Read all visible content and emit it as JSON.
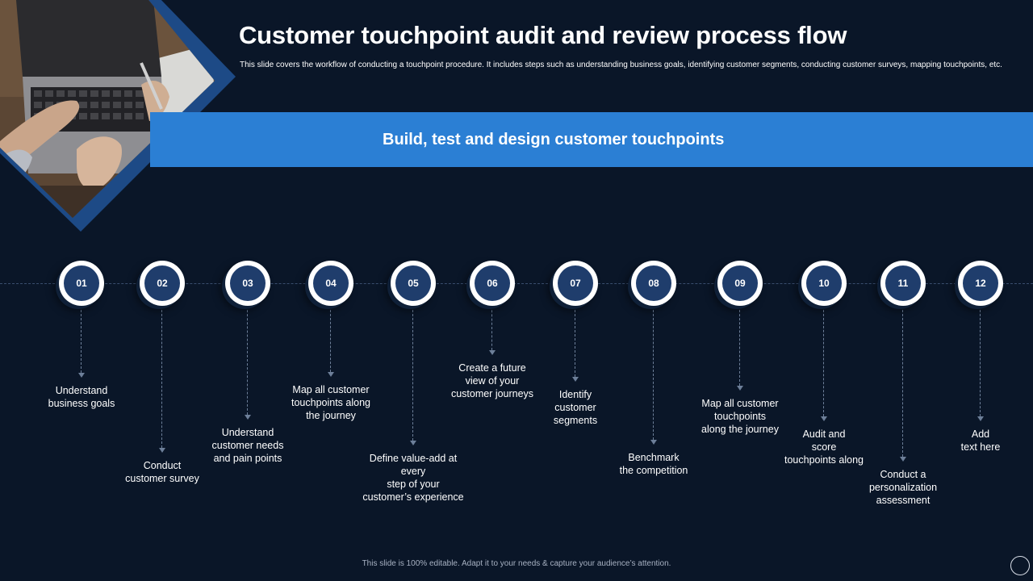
{
  "header": {
    "title": "Customer touchpoint audit and review process flow",
    "description": "This slide covers the workflow of conducting a touchpoint procedure. It includes steps such as understanding business goals, identifying customer segments, conducting customer surveys, mapping touchpoints, etc."
  },
  "banner": {
    "text": "Build, test and design customer touchpoints"
  },
  "steps": [
    {
      "number": "01",
      "label": "Understand\nbusiness goals"
    },
    {
      "number": "02",
      "label": "Conduct\ncustomer survey"
    },
    {
      "number": "03",
      "label": "Understand\ncustomer needs\nand pain points"
    },
    {
      "number": "04",
      "label": "Map all customer\ntouchpoints along\nthe journey"
    },
    {
      "number": "05",
      "label": "Define value-add  at\nevery\nstep of your\ncustomer’s experience"
    },
    {
      "number": "06",
      "label": "Create  a future\nview  of your\ncustomer journeys"
    },
    {
      "number": "07",
      "label": "Identify\ncustomer\nsegments"
    },
    {
      "number": "08",
      "label": "Benchmark\nthe competition"
    },
    {
      "number": "09",
      "label": "Map all customer\ntouchpoints\nalong the journey"
    },
    {
      "number": "10",
      "label": "Audit and\nscore\ntouchpoints along"
    },
    {
      "number": "11",
      "label": "Conduct  a\npersonalization\nassessment"
    },
    {
      "number": "12",
      "label": "Add\ntext here"
    }
  ],
  "footer": {
    "text": "This slide is 100% editable.  Adapt it to your needs & capture your audience’s attention."
  },
  "colors": {
    "background": "#0a1628",
    "banner": "#2b7fd4",
    "node_fill": "#1f3d6c",
    "node_ring": "#ffffff",
    "frame_accent": "#1d4a86"
  },
  "icons": {
    "photo": "laptop-hands-photo",
    "corner": "circle-outline-icon"
  }
}
